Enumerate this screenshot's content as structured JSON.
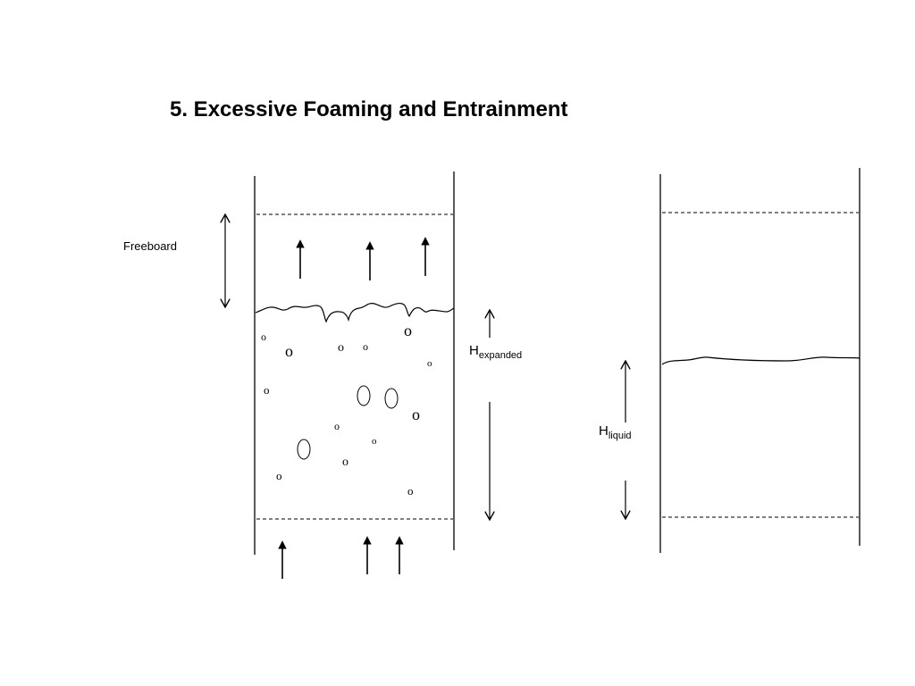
{
  "title": "5. Excessive Foaming and Entrainment",
  "labels": {
    "freeboard": "Freeboard",
    "h_expanded_main": "H",
    "h_expanded_sub": "expanded",
    "h_liquid_main": "H",
    "h_liquid_sub": "liquid"
  },
  "bubble_glyph": "o",
  "colors": {
    "ink": "#000000",
    "background": "#ffffff"
  }
}
